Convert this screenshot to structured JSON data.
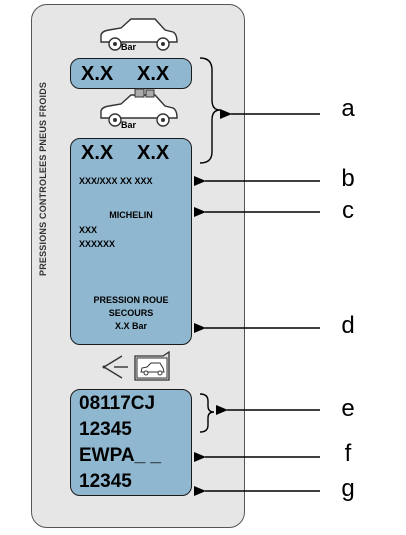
{
  "sidebar_text": "PRESSIONS CONTROLEES PNEUS FROIDS",
  "front_icon": {
    "icon": "car-front-tire-icon",
    "unit": "Bar"
  },
  "rear_icon": {
    "icon": "car-loaded-tire-icon",
    "unit": "Bar"
  },
  "top_panel": {
    "front": "X.X",
    "rear": "X.X"
  },
  "main_panel": {
    "front": "X.X",
    "rear": "X.X",
    "tire_size": "XXX/XXX XX XXX",
    "brand": "MICHELIN",
    "line1": "XXX",
    "line2": "XXXXXX",
    "spare_line1": "PRESSION ROUE",
    "spare_line2": "SECOURS",
    "spare_value": "X.X Bar"
  },
  "paint_icons": [
    "spray-gun-icon",
    "car-in-box-icon"
  ],
  "code_panel": {
    "paint_code": "08117CJ",
    "number1": "12345",
    "code": "EWPA_ _",
    "number2": "12345"
  },
  "labels": {
    "a": "a",
    "b": "b",
    "c": "c",
    "d": "d",
    "e": "e",
    "f": "f",
    "g": "g"
  }
}
